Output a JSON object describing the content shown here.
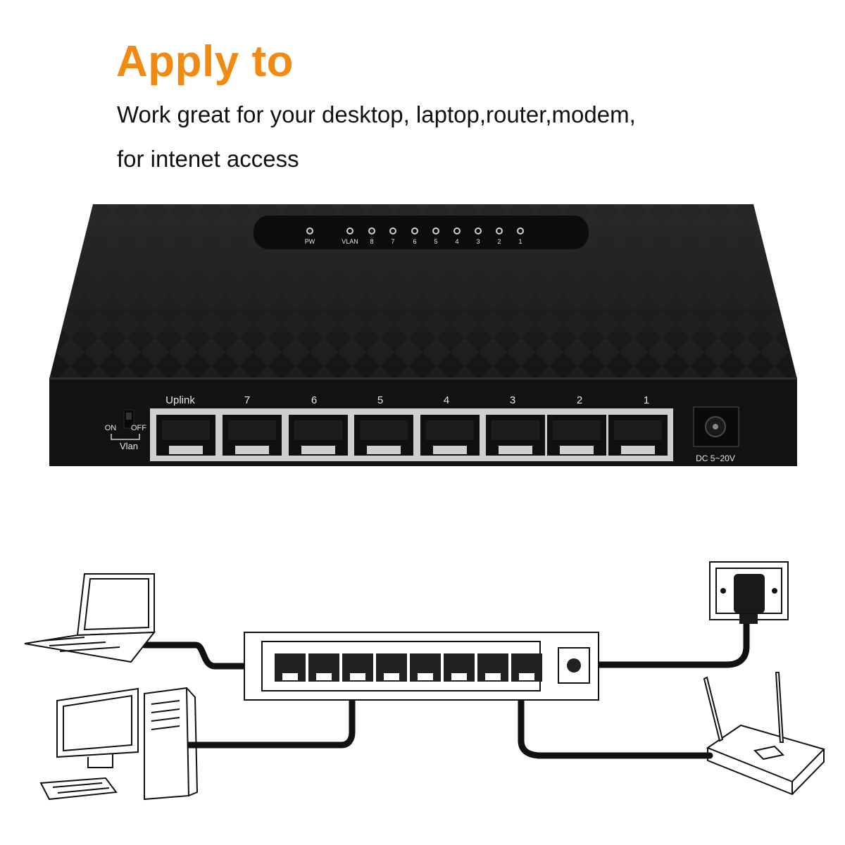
{
  "heading": "Apply to",
  "description": {
    "line1": "Work great for your desktop, laptop,router,modem,",
    "line2": "for intenet access"
  },
  "switch": {
    "led_labels": [
      "PW",
      "VLAN",
      "8",
      "7",
      "6",
      "5",
      "4",
      "3",
      "2",
      "1"
    ],
    "port_labels": [
      "Uplink",
      "7",
      "6",
      "5",
      "4",
      "3",
      "2",
      "1"
    ],
    "vlan_switch": {
      "on": "ON",
      "off": "OFF",
      "label": "Vlan"
    },
    "power_label": "DC 5~20V"
  },
  "colors": {
    "heading": "#f28a12",
    "body": "#1c1c1c"
  }
}
